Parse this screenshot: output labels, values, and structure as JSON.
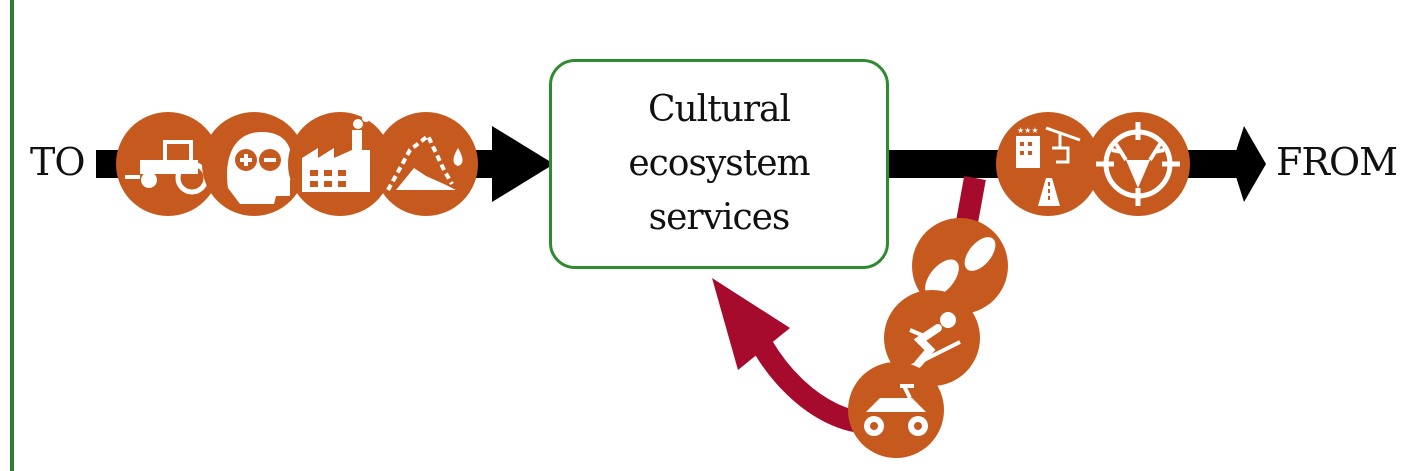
{
  "diagram": {
    "left_label": "TO",
    "right_label": "FROM",
    "central_node": "Cultural ecosystem services",
    "colors": {
      "icon_fill": "#C65A1E",
      "arrow_main": "#000000",
      "feedback_arrow": "#A60B2E",
      "box_border": "#2E8B30",
      "left_rule": "#2E7D32"
    },
    "inflow_icons": [
      "tractor-icon",
      "mind-head-icon",
      "factory-icon",
      "mountain-water-icon"
    ],
    "outflow_icons": [
      "hotel-ski-lift-road-icon",
      "deer-target-icon"
    ],
    "feedback_icons": [
      "footprints-icon",
      "skier-icon",
      "atv-quad-icon"
    ]
  }
}
